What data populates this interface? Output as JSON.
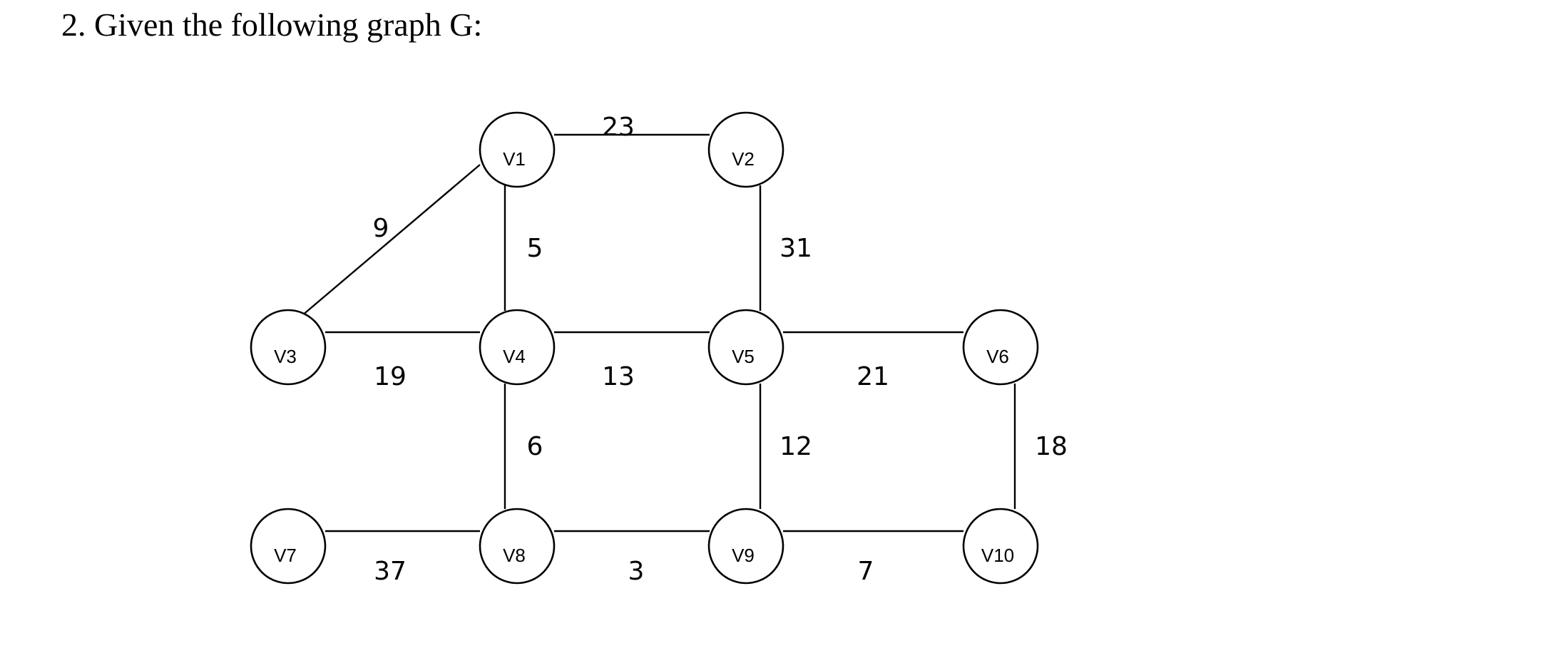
{
  "title": "2. Given the following graph G:",
  "graph": {
    "nodes": [
      {
        "id": "V1",
        "label": "V1"
      },
      {
        "id": "V2",
        "label": "V2"
      },
      {
        "id": "V3",
        "label": "V3"
      },
      {
        "id": "V4",
        "label": "V4"
      },
      {
        "id": "V5",
        "label": "V5"
      },
      {
        "id": "V6",
        "label": "V6"
      },
      {
        "id": "V7",
        "label": "V7"
      },
      {
        "id": "V8",
        "label": "V8"
      },
      {
        "id": "V9",
        "label": "V9"
      },
      {
        "id": "V10",
        "label": "V10"
      }
    ],
    "edges": [
      {
        "from": "V1",
        "to": "V2",
        "weight": "23"
      },
      {
        "from": "V1",
        "to": "V3",
        "weight": "9"
      },
      {
        "from": "V1",
        "to": "V4",
        "weight": "5"
      },
      {
        "from": "V2",
        "to": "V5",
        "weight": "31"
      },
      {
        "from": "V3",
        "to": "V4",
        "weight": "19"
      },
      {
        "from": "V4",
        "to": "V5",
        "weight": "13"
      },
      {
        "from": "V5",
        "to": "V6",
        "weight": "21"
      },
      {
        "from": "V4",
        "to": "V8",
        "weight": "6"
      },
      {
        "from": "V5",
        "to": "V9",
        "weight": "12"
      },
      {
        "from": "V6",
        "to": "V10",
        "weight": "18"
      },
      {
        "from": "V7",
        "to": "V8",
        "weight": "37"
      },
      {
        "from": "V8",
        "to": "V9",
        "weight": "3"
      },
      {
        "from": "V9",
        "to": "V10",
        "weight": "7"
      }
    ]
  },
  "colors": {
    "stroke": "#000000",
    "node_fill": "#ffffff",
    "text": "#000000"
  }
}
